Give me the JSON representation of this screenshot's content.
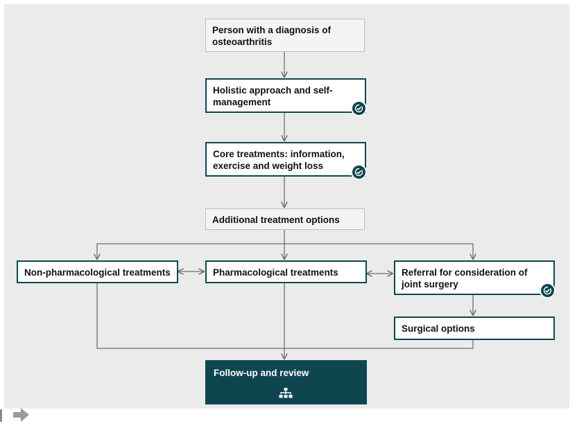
{
  "flowchart": {
    "nodes": {
      "diagnosis": "Person with a diagnosis of osteoarthritis",
      "holistic": "Holistic approach and self-management",
      "core": "Core treatments: information, exercise and weight loss",
      "additional": "Additional treatment options",
      "non_pharma": "Non-pharmacological treatments",
      "pharma": "Pharmacological treatments",
      "referral": "Referral for consideration of joint surgery",
      "surgical": "Surgical options",
      "followup": "Follow-up and review"
    },
    "icons": {
      "recommendation_badge": "check-badge-icon",
      "pathway": "pathway-tree-icon",
      "navigation": "next-arrow-icon"
    },
    "colors": {
      "accent": "#0e4650",
      "background": "#ebebeb",
      "info_box": "#f4f4f4",
      "connector": "#6e6e6e"
    }
  }
}
